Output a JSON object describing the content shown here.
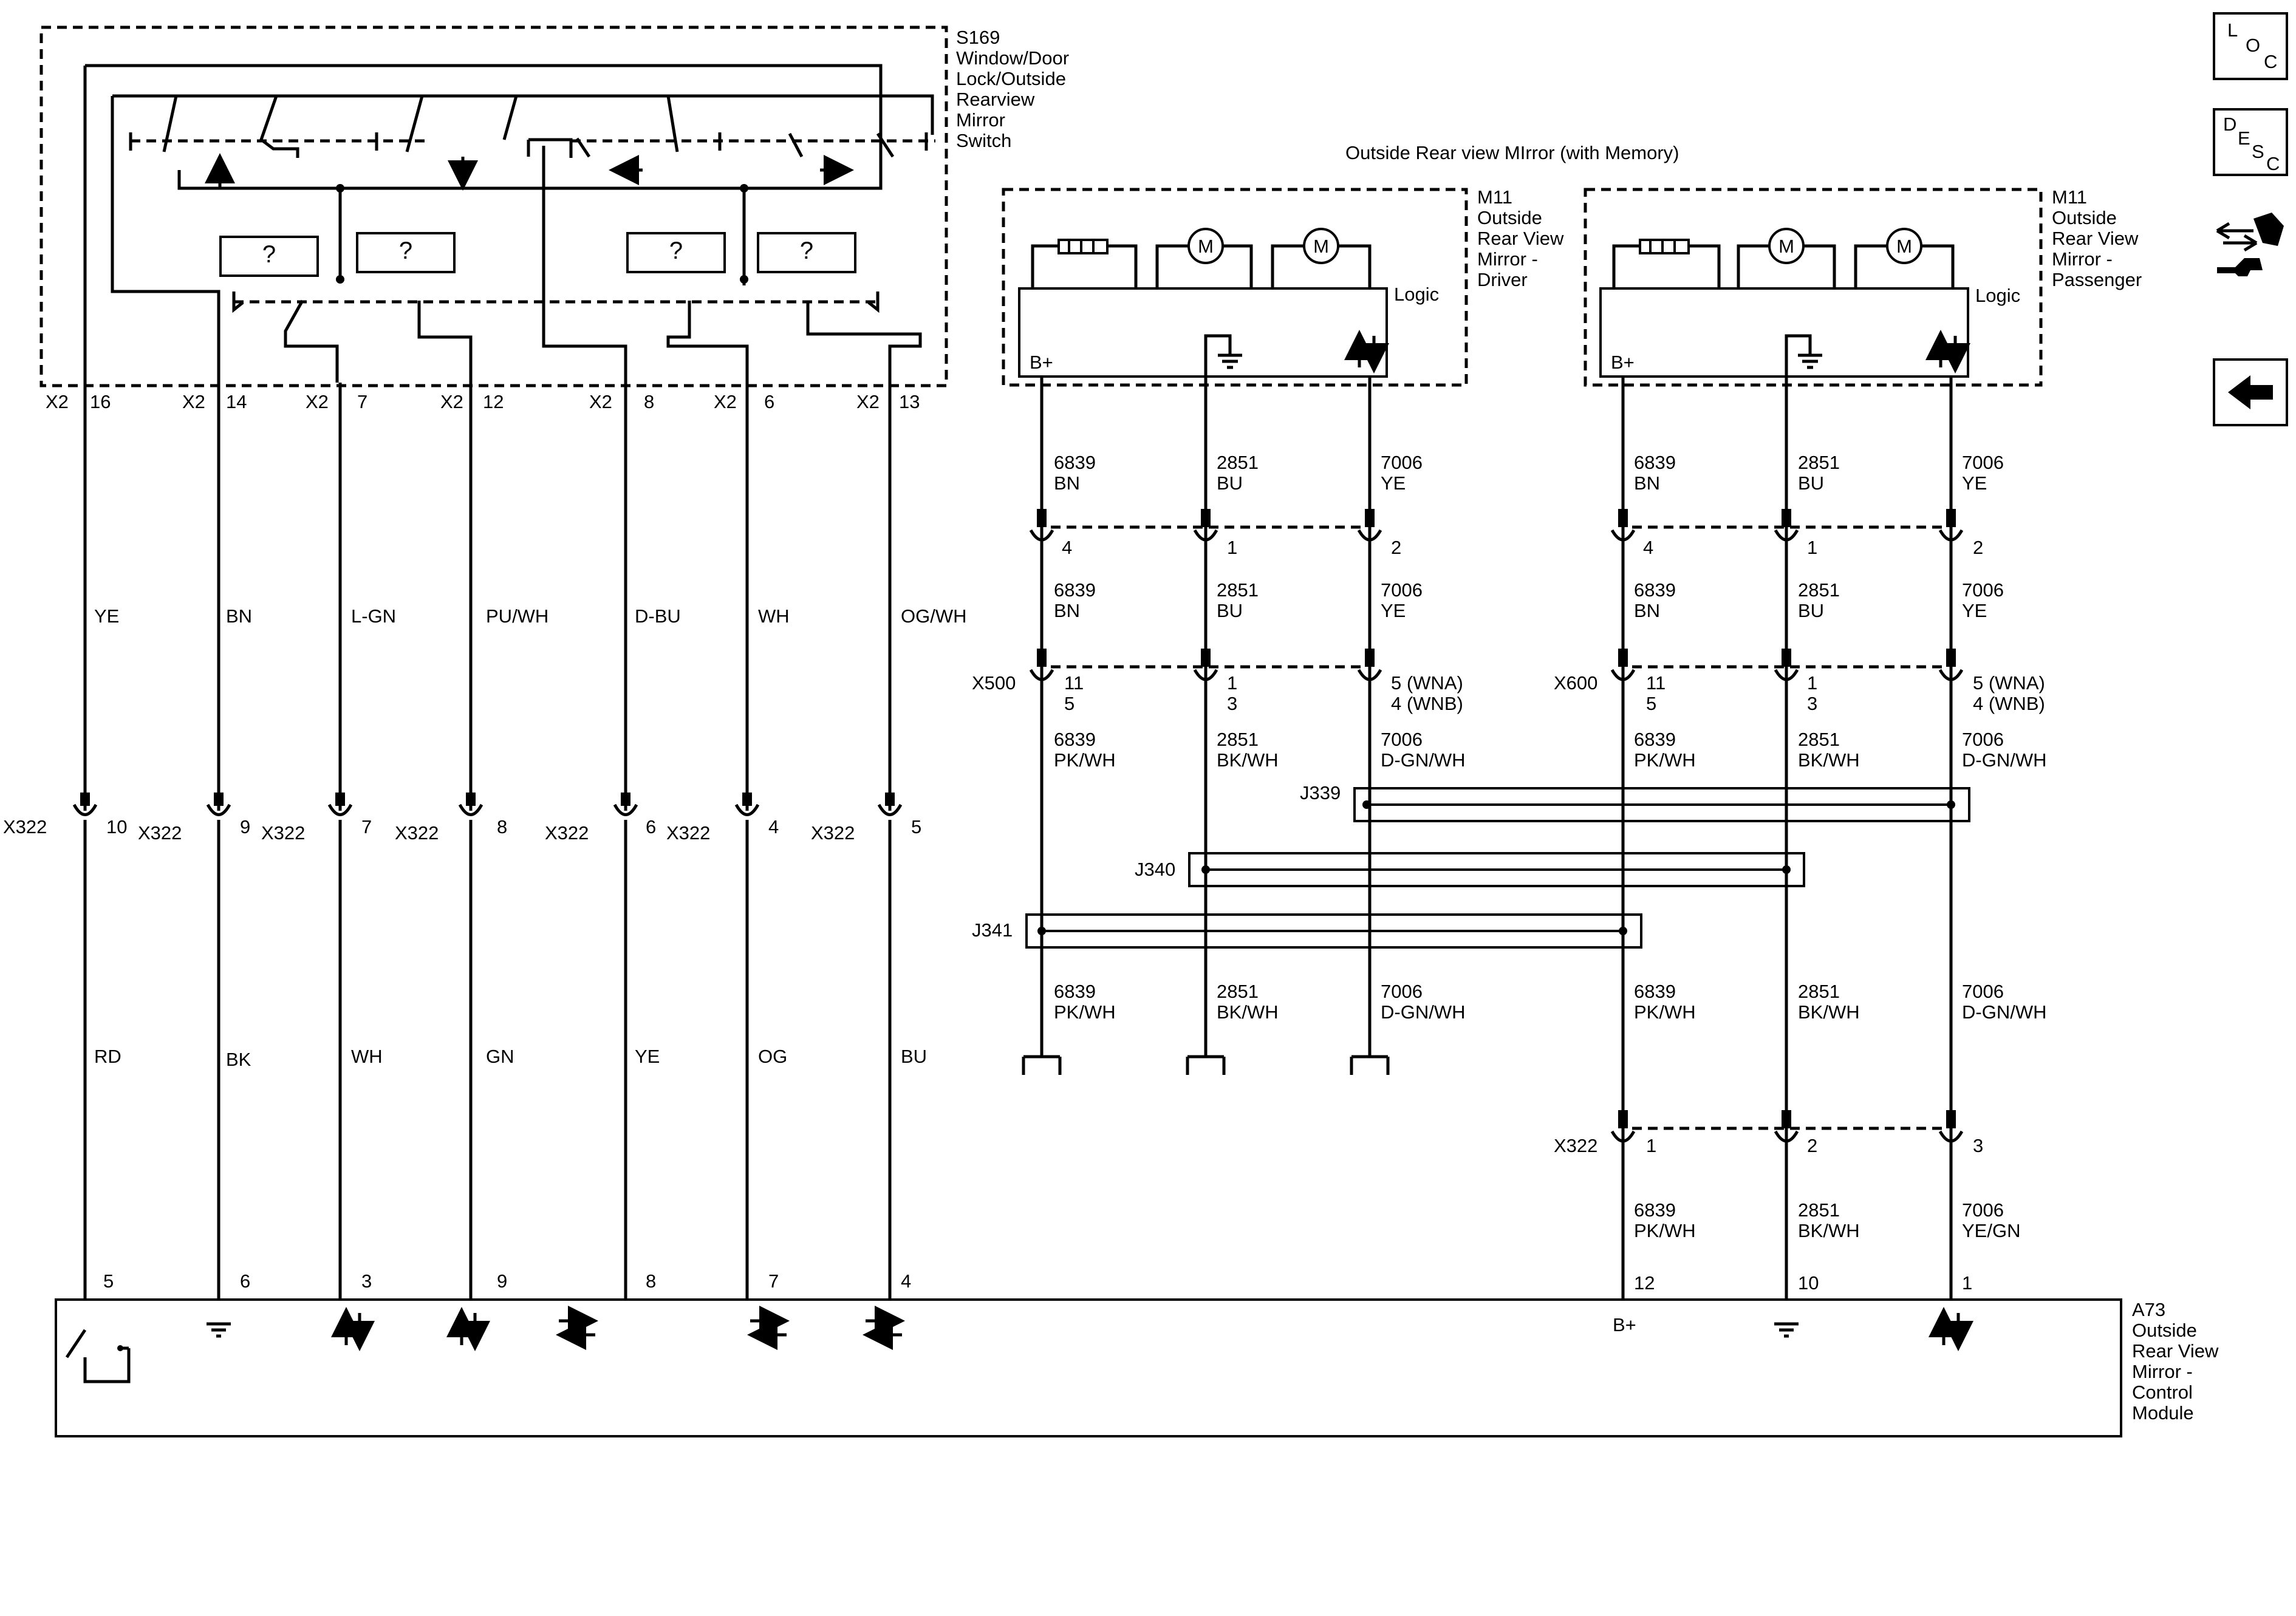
{
  "header": {
    "mirror_with_memory_title": "Outside Rear view MIrror (with Memory)"
  },
  "switch": {
    "name_lines": [
      "S169",
      "Window/Door",
      "Lock/Outside",
      "Rearview",
      "Mirror",
      "Switch"
    ],
    "unknown_mark": "?"
  },
  "mirror_driver": {
    "name_lines": [
      "M11",
      "Outside",
      "Rear View",
      "Mirror -",
      "Driver"
    ],
    "logic": "Logic",
    "bplus": "B+",
    "motor": "M"
  },
  "mirror_passenger": {
    "name_lines": [
      "M11",
      "Outside",
      "Rear View",
      "Mirror -",
      "Passenger"
    ],
    "logic": "Logic",
    "bplus": "B+",
    "motor": "M"
  },
  "control_module": {
    "name_lines": [
      "A73",
      "Outside",
      "Rear View",
      "Mirror -",
      "Control",
      "Module"
    ],
    "bplus": "B+"
  },
  "left_circuits": [
    {
      "x2_conn": "X2",
      "x2_pin": "16",
      "upper_color": "YE",
      "x322_conn": "X322",
      "x322_pin": "10",
      "lower_color": "RD",
      "module_pin": "5"
    },
    {
      "x2_conn": "X2",
      "x2_pin": "14",
      "upper_color": "BN",
      "x322_conn": "X322",
      "x322_pin": "9",
      "lower_color": "BK",
      "module_pin": "6"
    },
    {
      "x2_conn": "X2",
      "x2_pin": "7",
      "upper_color": "L-GN",
      "x322_conn": "X322",
      "x322_pin": "7",
      "lower_color": "WH",
      "module_pin": "3"
    },
    {
      "x2_conn": "X2",
      "x2_pin": "12",
      "upper_color": "PU/WH",
      "x322_conn": "X322",
      "x322_pin": "8",
      "lower_color": "GN",
      "module_pin": "9"
    },
    {
      "x2_conn": "X2",
      "x2_pin": "8",
      "upper_color": "D-BU",
      "x322_conn": "X322",
      "x322_pin": "6",
      "lower_color": "YE",
      "module_pin": "8"
    },
    {
      "x2_conn": "X2",
      "x2_pin": "6",
      "upper_color": "WH",
      "x322_conn": "X322",
      "x322_pin": "4",
      "lower_color": "OG",
      "module_pin": "7"
    },
    {
      "x2_conn": "X2",
      "x2_pin": "13",
      "upper_color": "OG/WH",
      "x322_conn": "X322",
      "x322_pin": "5",
      "lower_color": "BU",
      "module_pin": "4"
    }
  ],
  "driver_wires": [
    {
      "circuit": "6839",
      "color1": "BN",
      "pin1": "4",
      "x500_pins": [
        "11",
        "5"
      ],
      "color2": "PK/WH"
    },
    {
      "circuit": "2851",
      "color1": "BU",
      "pin1": "1",
      "x500_pins": [
        "1",
        "3"
      ],
      "color2": "BK/WH"
    },
    {
      "circuit": "7006",
      "color1": "YE",
      "pin1": "2",
      "x500_pins": [
        "5 (WNA)",
        "4 (WNB)"
      ],
      "color2": "D-GN/WH"
    }
  ],
  "passenger_wires": [
    {
      "circuit": "6839",
      "color1": "BN",
      "pin1": "4",
      "x600_pins": [
        "11",
        "5"
      ],
      "color2": "PK/WH",
      "x322_pin": "1",
      "color3": "PK/WH",
      "module_pin": "12"
    },
    {
      "circuit": "2851",
      "color1": "BU",
      "pin1": "1",
      "x600_pins": [
        "1",
        "3"
      ],
      "color2": "BK/WH",
      "x322_pin": "2",
      "color3": "BK/WH",
      "module_pin": "10"
    },
    {
      "circuit": "7006",
      "color1": "YE",
      "pin1": "2",
      "x600_pins": [
        "5 (WNA)",
        "4 (WNB)"
      ],
      "color2": "D-GN/WH",
      "x322_pin": "3",
      "color3": "YE/GN",
      "module_pin": "1"
    }
  ],
  "connectors": {
    "x500": "X500",
    "x600": "X600",
    "x322": "X322"
  },
  "splices": {
    "j339": "J339",
    "j340": "J340",
    "j341": "J341"
  },
  "nav_buttons": {
    "loc": [
      "L",
      "O",
      "C"
    ],
    "desc": [
      "D",
      "E",
      "S",
      "C"
    ],
    "service_icon": "service-info-icon",
    "back_icon": "back-arrow-icon"
  }
}
